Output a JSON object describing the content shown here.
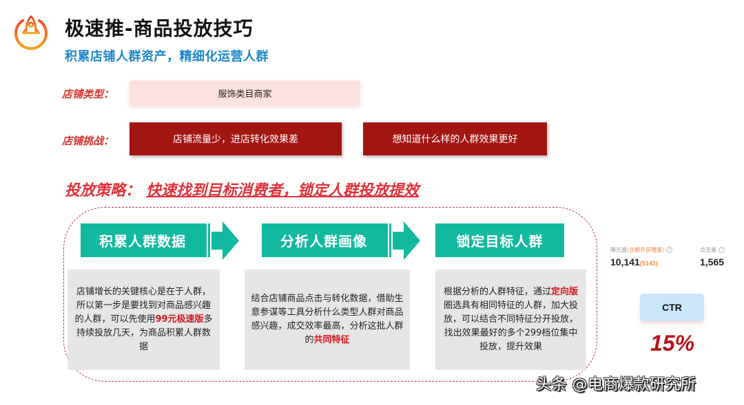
{
  "header": {
    "logo_icon": "rocket-icon",
    "title": "极速推-商品投放技巧",
    "subtitle": "积累店铺人群资产，精细化运营人群"
  },
  "store_type": {
    "label": "店铺类型：",
    "value": "服饰类目商家"
  },
  "store_challenge": {
    "label": "店铺挑战：",
    "items": [
      "店铺流量少，进店转化效果差",
      "想知道什么样的人群效果更好"
    ]
  },
  "strategy": {
    "label": "投放策略：",
    "headline": "快速找到目标消费者，锁定人群投放提效"
  },
  "steps": [
    {
      "title": "积累人群数据",
      "desc_parts": [
        "店铺增长的关键核心是在于人群，所以第一步是要找到对商品感兴趣的人群，可以先使用",
        "99元极速版",
        "多持续投放几天，为商品积累人群数据"
      ]
    },
    {
      "title": "分析人群画像",
      "desc_parts": [
        "结合店铺商品点击与转化数据，借助生意参谋等工具分析什么类型人群对商品感兴趣，成交效率最高，分析这批人群的",
        "共同特征",
        ""
      ]
    },
    {
      "title": "锁定目标人群",
      "desc_parts": [
        "根据分析的人群特征，通过",
        "定向版",
        "圈选具有相同特征的人群，加大投放，可以结合不同特征分开投放，找出效果最好的多个299档位集中投放，提升效果"
      ]
    }
  ],
  "metrics": {
    "impressions": {
      "label": "曝光量",
      "label_note": "(含额外获赠量)",
      "value": "10,141",
      "sub_value": "(5141)"
    },
    "clicks": {
      "label": "点击量",
      "value": "1,565"
    },
    "help_icon": "?"
  },
  "ctr": {
    "label": "CTR",
    "value": "15%"
  },
  "watermark": "头条 @电商爆款研究所",
  "colors": {
    "teal": "#12b9a0",
    "dark_red": "#a31510",
    "accent_red": "#e0313a",
    "blue": "#1a86c8",
    "pink": "#fde1df",
    "ctr_blue": "#c9e6fb"
  }
}
